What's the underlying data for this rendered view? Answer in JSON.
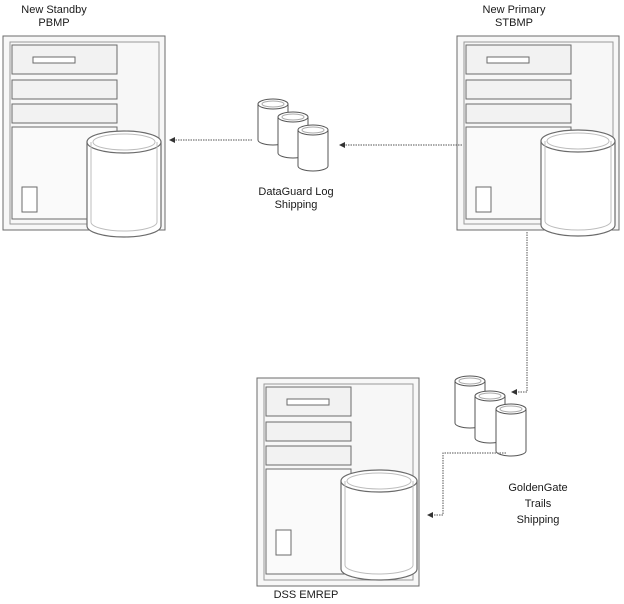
{
  "title": "DataGuard and GoldenGate replication topology",
  "nodes": {
    "standby": {
      "line1": "New Standby",
      "line2": "PBMP"
    },
    "primary": {
      "line1": "New Primary",
      "line2": "STBMP"
    },
    "reporting": {
      "line1": "DSS EMREP"
    }
  },
  "flows": {
    "dataguard": {
      "line1": "DataGuard Log",
      "line2": "Shipping"
    },
    "goldengate": {
      "line1": "GoldenGate",
      "line2": "Trails",
      "line3": "Shipping"
    }
  },
  "colors": {
    "stroke": "#6b6b6b",
    "fill": "#f7f7f7",
    "panel": "#efefef",
    "line": "#555555"
  }
}
